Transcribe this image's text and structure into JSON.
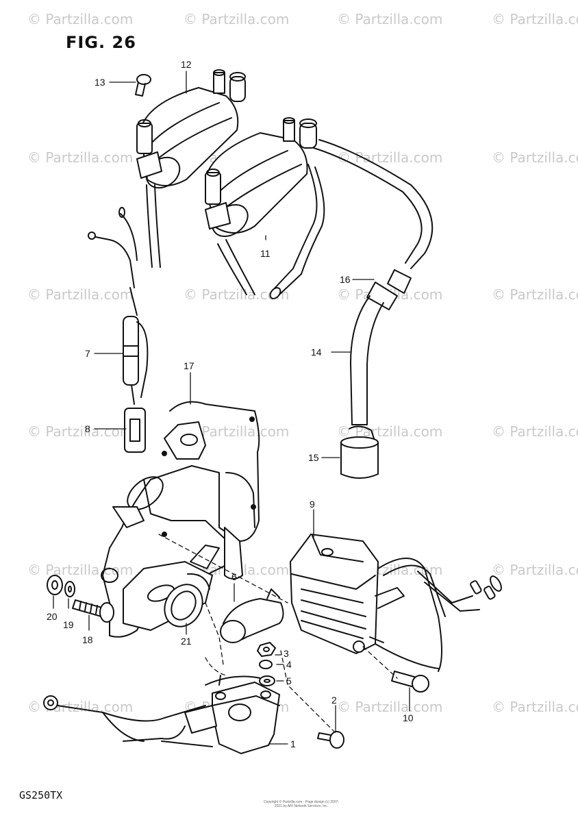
{
  "figure": {
    "title": "FIG. 26",
    "model": "GS250TX",
    "copyright": "Copyright © Partzilla.com · Page design (c) 2007-2021 by ARI Network Services, Inc."
  },
  "watermark_text": "© Partzilla.com",
  "callouts": {
    "n1": "1",
    "n2": "2",
    "n3": "3",
    "n4": "4",
    "n5": "5",
    "n6": "6",
    "n7": "7",
    "n8": "8",
    "n9": "9",
    "n10": "10",
    "n11": "11",
    "n12": "12",
    "n13": "13",
    "n14": "14",
    "n15": "15",
    "n16": "16",
    "n17": "17",
    "n18": "18",
    "n19": "19",
    "n20": "20",
    "n21": "21"
  },
  "colors": {
    "line": "#111111",
    "watermark": "#c9c9c9",
    "background": "#ffffff"
  }
}
